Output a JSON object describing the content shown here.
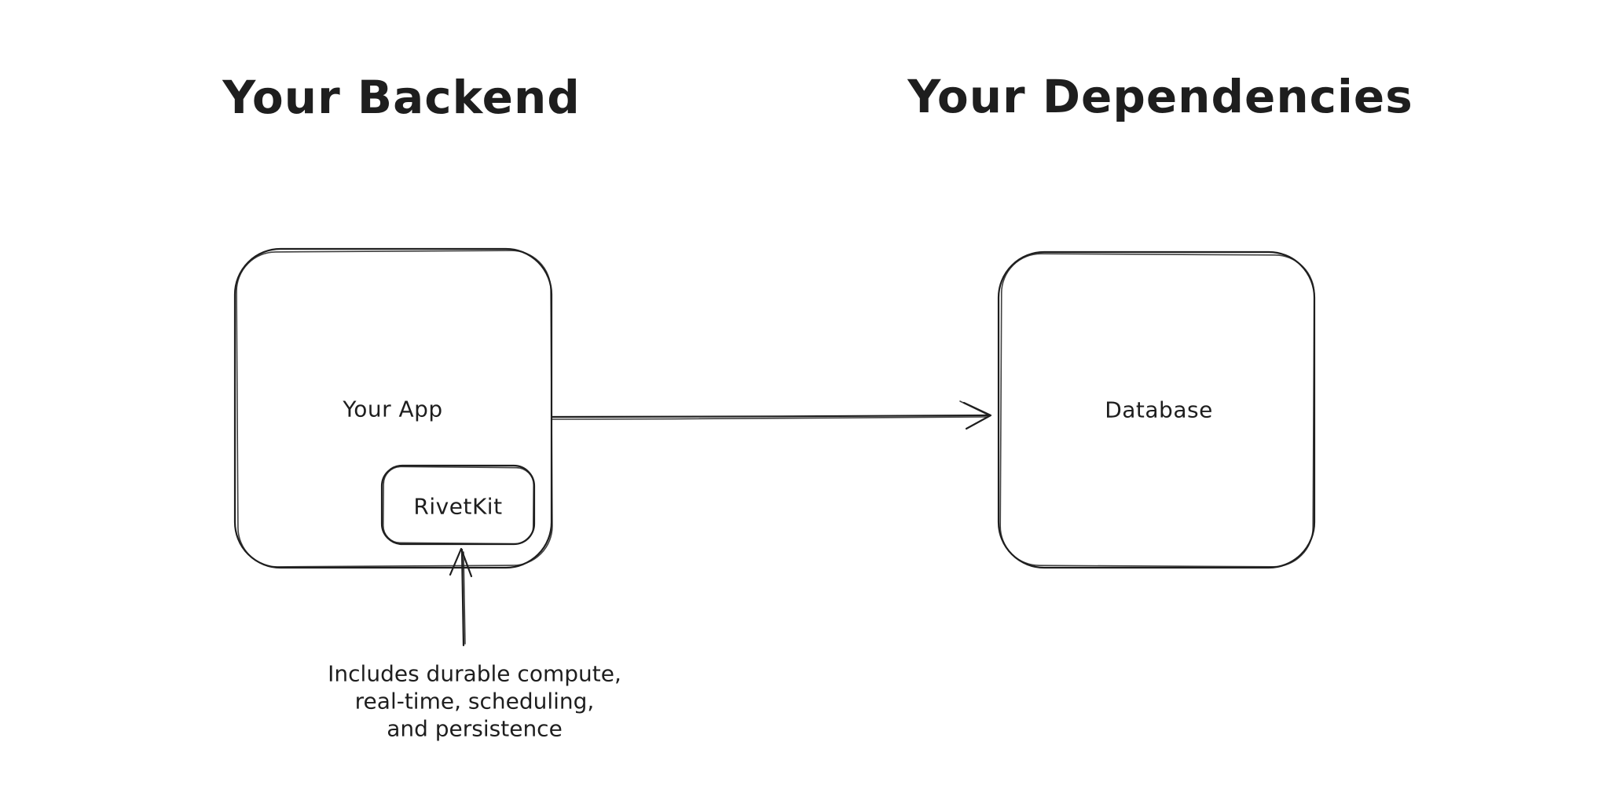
{
  "colors": {
    "stroke": "#1e1e1e",
    "background": "#ffffff"
  },
  "titles": {
    "backend": "Your Backend",
    "dependencies": "Your Dependencies"
  },
  "nodes": {
    "your_app": {
      "label": "Your App"
    },
    "rivetkit": {
      "label": "RivetKit"
    },
    "database": {
      "label": "Database"
    }
  },
  "annotation": {
    "lines": [
      "Includes durable compute,",
      "real-time, scheduling,",
      "and persistence"
    ]
  },
  "arrows": {
    "app_to_database": {
      "from": "Your App",
      "to": "Database",
      "direction": "right"
    },
    "annotation_to_rivetkit": {
      "from": "annotation",
      "to": "RivetKit",
      "direction": "up"
    }
  }
}
